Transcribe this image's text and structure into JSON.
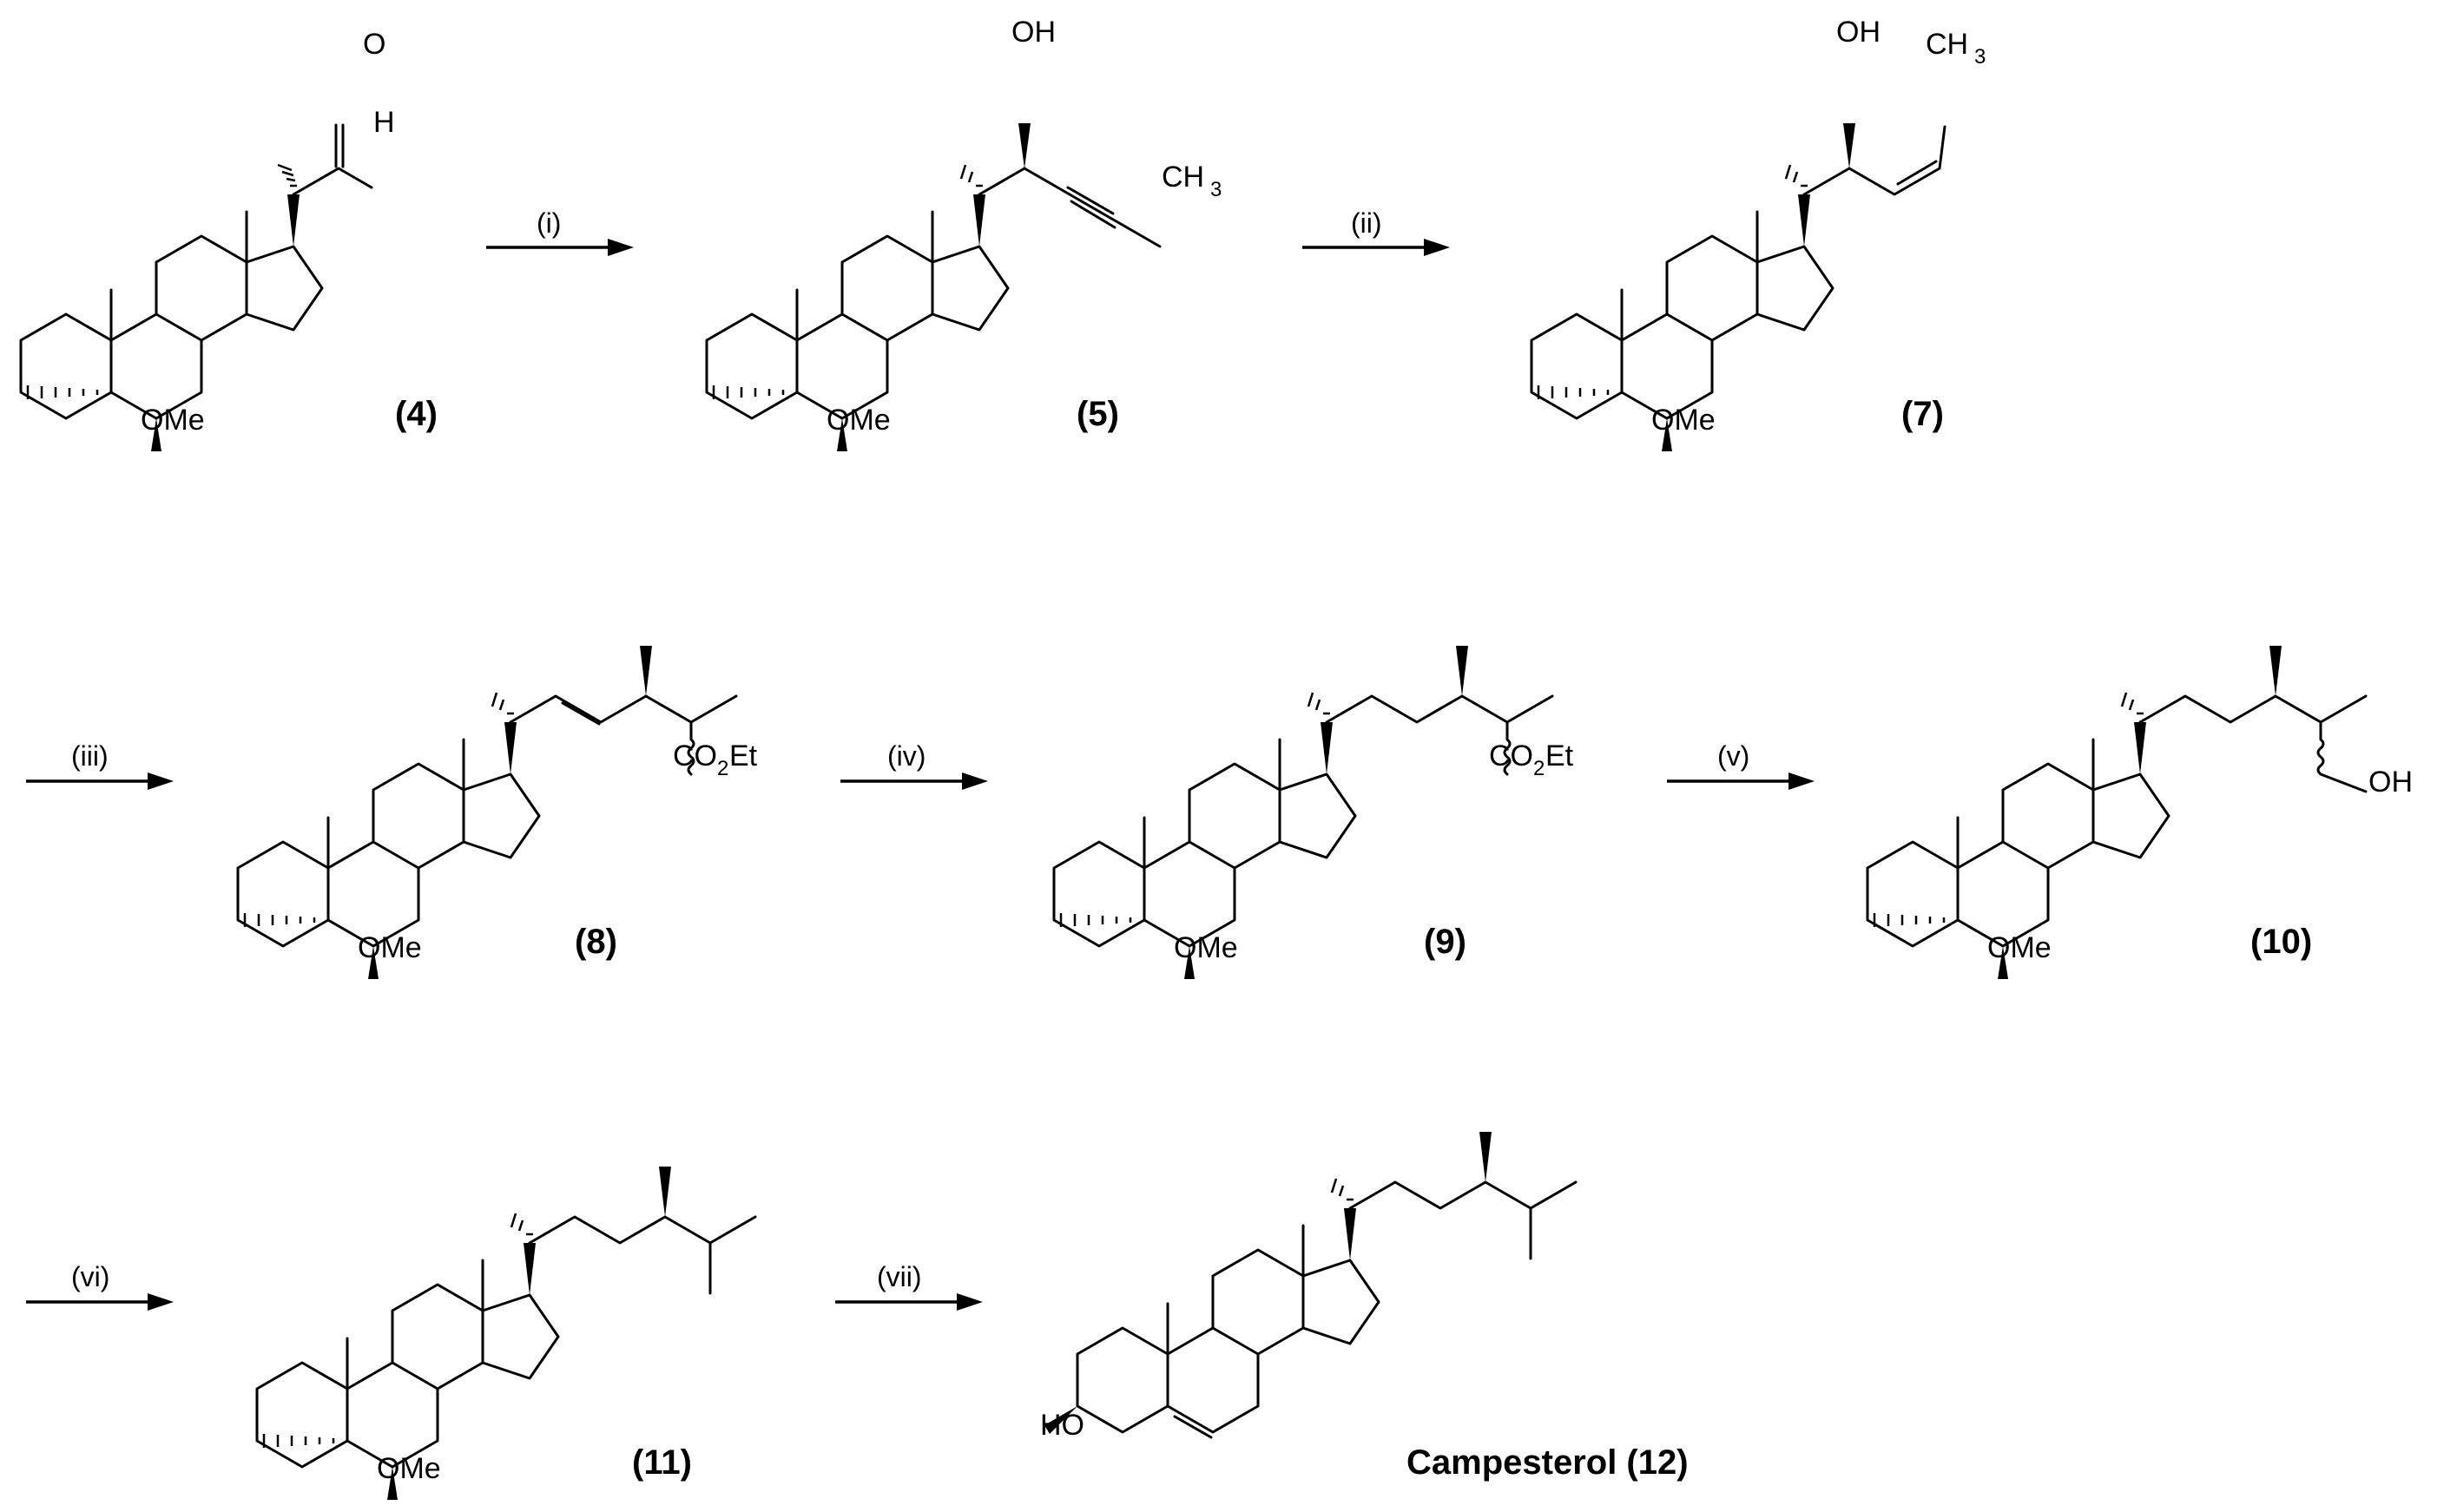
{
  "scheme": {
    "steps": [
      {
        "label": "(i)"
      },
      {
        "label": "(ii)"
      },
      {
        "label": "(iii)"
      },
      {
        "label": "(iv)"
      },
      {
        "label": "(v)"
      },
      {
        "label": "(vi)"
      },
      {
        "label": "(vii)"
      }
    ],
    "compounds": [
      {
        "label": "(4)"
      },
      {
        "label": "(5)"
      },
      {
        "label": "(7)"
      },
      {
        "label": "(8)"
      },
      {
        "label": "(9)"
      },
      {
        "label": "(10)"
      },
      {
        "label": "(11)"
      },
      {
        "label": "Campesterol (12)"
      }
    ],
    "atom_labels": {
      "ome": "OMe",
      "o": "O",
      "h": "H",
      "oh": "OH",
      "ho": "HO",
      "ch": "CH",
      "three": "3",
      "co": "CO",
      "two": "2",
      "et": "Et"
    }
  }
}
